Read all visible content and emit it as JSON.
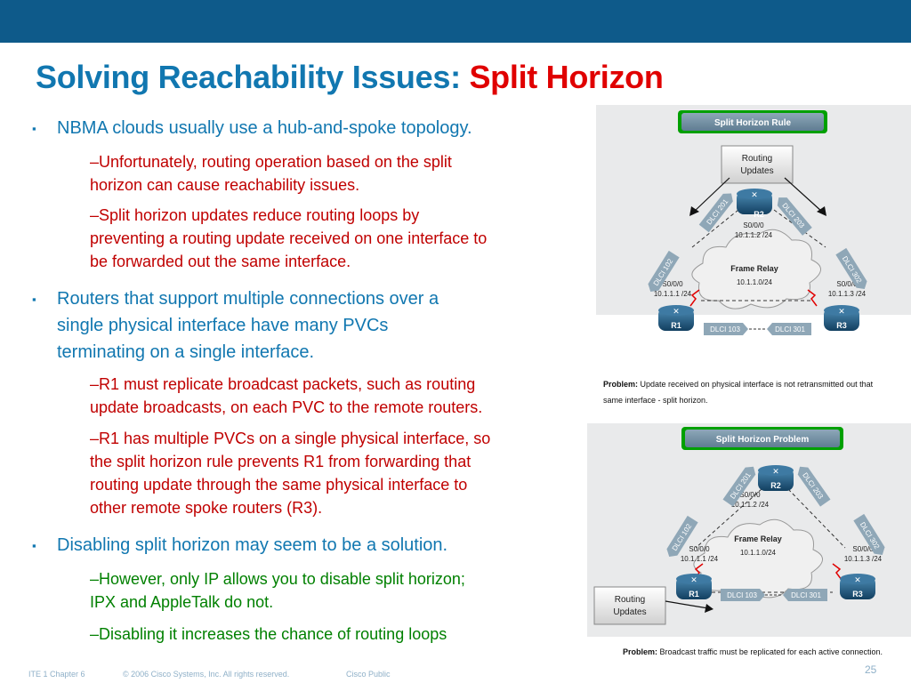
{
  "title": {
    "main": "Solving Reachability Issues:",
    "accent": "Split Horizon"
  },
  "bullets": {
    "b1": "NBMA clouds usually use a hub-and-spoke topology.",
    "b1_sub1": [
      "–Unfortunately, routing operation based on the split",
      "horizon can cause reachability issues."
    ],
    "b1_sub2": [
      "–Split horizon updates reduce routing loops by",
      "preventing a routing update received on one interface to",
      "be forwarded out the same interface."
    ],
    "b2": [
      "Routers that support multiple connections over a",
      "single physical interface have many PVCs",
      "terminating on a single interface."
    ],
    "b2_sub1": [
      "–R1 must replicate broadcast packets, such as routing",
      "update broadcasts, on each PVC to the remote routers."
    ],
    "b2_sub2": [
      "–R1 has multiple PVCs on a single physical interface, so",
      "the split horizon rule prevents R1 from forwarding that",
      "routing update through the same physical interface to",
      "other remote spoke routers (R3)."
    ],
    "b3": "Disabling split horizon may seem to be a solution.",
    "b3_sub1": [
      "–However, only IP allows you to disable split horizon;",
      "IPX and AppleTalk do not."
    ],
    "b3_sub2": "–Disabling it increases the chance of routing loops"
  },
  "diagram1": {
    "heading": "Split Horizon Rule",
    "routing_box": [
      "Routing",
      "Updates"
    ],
    "r2": {
      "name": "R2",
      "iface": "S0/0/0",
      "ip": "10.1.1.2 /24"
    },
    "r1": {
      "name": "R1",
      "iface": "S0/0/0",
      "ip": "10.1.1.1 /24"
    },
    "r3": {
      "name": "R3",
      "iface": "S0/0/0",
      "ip": "10.1.1.3 /24"
    },
    "cloud": [
      "Frame Relay",
      "10.1.1.0/24"
    ],
    "dlci": {
      "d201": "DLCI 201",
      "d203": "DLCI 203",
      "d102": "DLCI 102",
      "d302": "DLCI 302",
      "d103": "DLCI 103",
      "d301": "DLCI 301"
    },
    "caption_label": "Problem:",
    "caption": [
      "Update received on physical interface is not retransmitted out that",
      "same interface - split horizon."
    ]
  },
  "diagram2": {
    "heading": "Split Horizon Problem",
    "routing_box": [
      "Routing",
      "Updates"
    ],
    "r2": {
      "name": "R2",
      "iface": "S0/0/0",
      "ip": "10.1.1.2 /24"
    },
    "r1": {
      "name": "R1",
      "iface": "S0/0/0",
      "ip": "10.1.1.1 /24"
    },
    "r3": {
      "name": "R3",
      "iface": "S0/0/0",
      "ip": "10.1.1.3 /24"
    },
    "cloud": [
      "Frame Relay",
      "10.1.1.0/24"
    ],
    "dlci": {
      "d201": "DLCI 201",
      "d203": "DLCI 203",
      "d102": "DLCI 102",
      "d302": "DLCI 302",
      "d103": "DLCI 103",
      "d301": "DLCI 301"
    },
    "caption_label": "Problem:",
    "caption": "Broadcast traffic must be replicated for each active connection."
  },
  "footer": {
    "chapter": "ITE 1 Chapter 6",
    "copyright": "© 2006 Cisco Systems, Inc. All rights reserved.",
    "classification": "Cisco Public",
    "page": "25"
  },
  "colors": {
    "top_bar": "#0e5a8a",
    "title": "#1177b0",
    "accent": "#e00000",
    "sub_red": "#c00000",
    "sub_green": "#008000",
    "router": "#1b5e85"
  }
}
